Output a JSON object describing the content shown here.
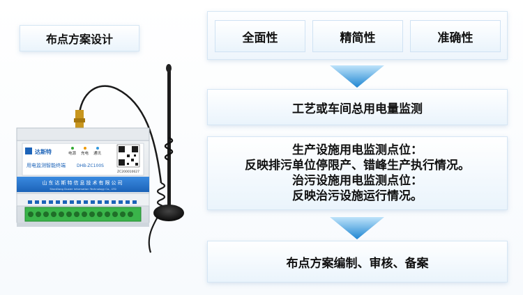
{
  "title": "布点方案设计",
  "criteria": [
    "全面性",
    "精简性",
    "准确性"
  ],
  "steps": {
    "step1": "工艺或车间总用电量监测",
    "step2": {
      "line1": "生产设施用电监测点位：",
      "line2": "反映排污单位停限产、错峰生产执行情况。",
      "line3": "治污设施用电监测点位：",
      "line4": "反映治污设施运行情况。"
    },
    "step3": "布点方案编制、审核、备案"
  },
  "device": {
    "brand": "达斯特",
    "indicators": [
      "电源",
      "充电",
      "通讯"
    ],
    "product_name": "用电监测智能终端",
    "model": "DHB-ZC100S",
    "serial": "ZC200010627",
    "company": "山东达斯特信息技术有限公司",
    "company_en": "ShanDong Dusier Information Technology Co., LTD"
  },
  "colors": {
    "arrow": "#2a8fd6",
    "device_band": "#2c7ccf"
  }
}
